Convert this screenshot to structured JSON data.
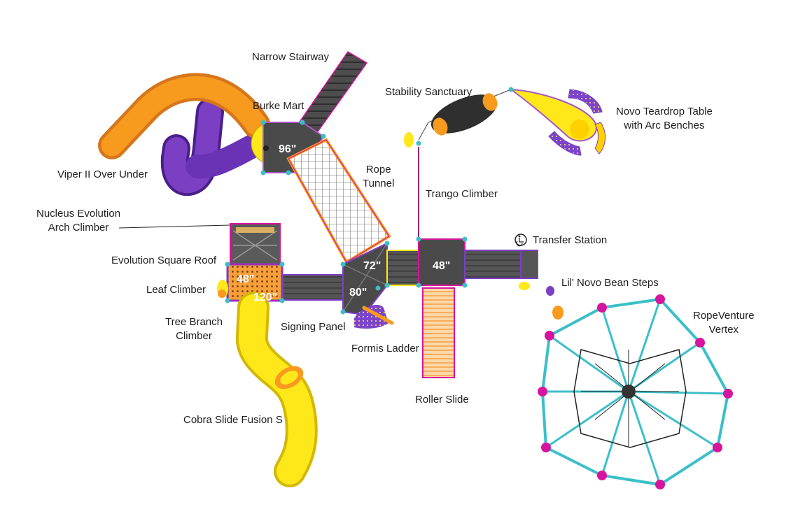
{
  "labels": {
    "narrow_stairway": "Narrow Stairway",
    "burke_mart": "Burke Mart",
    "stability_sanctuary": "Stability Sanctuary",
    "novo_teardrop_line1": "Novo Teardrop Table",
    "novo_teardrop_line2": "with Arc Benches",
    "viper": "Viper II Over Under",
    "rope_tunnel_line1": "Rope",
    "rope_tunnel_line2": "Tunnel",
    "trango_climber": "Trango Climber",
    "nucleus_line1": "Nucleus Evolution",
    "nucleus_line2": "Arch Climber",
    "transfer_station": "Transfer Station",
    "evolution_square_roof": "Evolution Square Roof",
    "lil_novo": "Lil' Novo Bean Steps",
    "leaf_climber": "Leaf Climber",
    "ropeventure_line1": "RopeVenture",
    "ropeventure_line2": "Vertex",
    "tree_branch_line1": "Tree Branch",
    "tree_branch_line2": "Climber",
    "signing_panel": "Signing Panel",
    "formis_ladder": "Formis Ladder",
    "roller_slide": "Roller Slide",
    "cobra_slide": "Cobra Slide Fusion S"
  },
  "deck_heights": {
    "burke": "96\"",
    "left_upper": "48\"",
    "left_lower": "120\"",
    "center_upper": "72\"",
    "center_lower": "80\"",
    "right": "48\""
  },
  "colors": {
    "deck": "#4a4a4a",
    "orange": "#f79a1e",
    "purple": "#6a32b5",
    "yellow": "#ffe81a",
    "magenta": "#d6149c",
    "teal": "#3bbfc9"
  },
  "icons": {
    "transfer_station": "wheelchair-icon"
  }
}
